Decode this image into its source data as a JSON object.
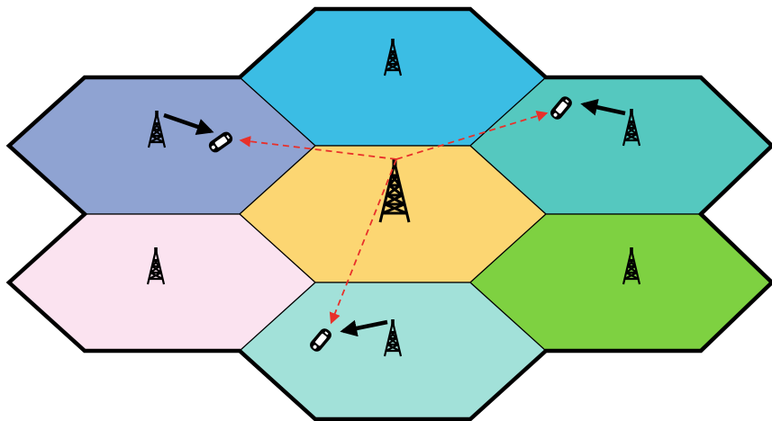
{
  "diagram": {
    "kind": "cellular-network-interference",
    "cells": [
      {
        "id": "top",
        "color": "#3bbde4",
        "tower": "tower-icon",
        "phone": null
      },
      {
        "id": "upper-left",
        "color": "#8fa3d2",
        "tower": "tower-icon",
        "phone": "mobile-phone-icon"
      },
      {
        "id": "upper-right",
        "color": "#55c8bf",
        "tower": "tower-icon",
        "phone": "mobile-phone-icon"
      },
      {
        "id": "center",
        "color": "#fcd672",
        "tower": "tower-icon",
        "phone": null
      },
      {
        "id": "lower-left",
        "color": "#fbe3f0",
        "tower": "tower-icon",
        "phone": null
      },
      {
        "id": "lower-right",
        "color": "#7ed141",
        "tower": "tower-icon",
        "phone": null
      },
      {
        "id": "bottom",
        "color": "#a2e1d9",
        "tower": "tower-icon",
        "phone": "mobile-phone-icon"
      }
    ],
    "links": [
      {
        "from": "upper-left-tower",
        "to": "upper-left-phone",
        "style": "solid-arrow",
        "color": "#000000"
      },
      {
        "from": "upper-right-tower",
        "to": "upper-right-phone",
        "style": "solid-arrow",
        "color": "#000000"
      },
      {
        "from": "bottom-tower",
        "to": "bottom-phone",
        "style": "solid-arrow",
        "color": "#000000"
      },
      {
        "from": "center-tower",
        "to": "upper-left-phone",
        "style": "dashed-arrow",
        "color": "#e8302a"
      },
      {
        "from": "center-tower",
        "to": "upper-right-phone",
        "style": "dashed-arrow",
        "color": "#e8302a"
      },
      {
        "from": "center-tower",
        "to": "bottom-phone",
        "style": "dashed-arrow",
        "color": "#e8302a"
      }
    ]
  }
}
